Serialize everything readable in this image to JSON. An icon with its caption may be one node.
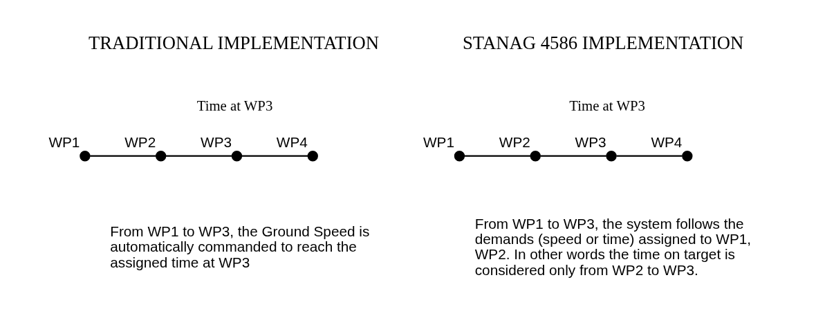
{
  "diagram": {
    "nodes": [
      {
        "text": [],
        "shape": "circle",
        "beside": [
          "WP1"
        ]
      },
      {
        "text": [],
        "shape": "circle",
        "beside": [
          "WP2"
        ]
      },
      {
        "text": [],
        "shape": "circle",
        "beside": [
          "WP3"
        ]
      },
      {
        "text": [],
        "shape": "circle",
        "beside": [
          "WP4"
        ]
      },
      {
        "text": [],
        "shape": "circle",
        "beside": [
          "WP1"
        ]
      },
      {
        "text": [],
        "shape": "circle",
        "beside": [
          "WP2"
        ]
      },
      {
        "text": [],
        "shape": "circle",
        "beside": [
          "WP3"
        ]
      },
      {
        "text": [],
        "shape": "circle",
        "beside": [
          "WP4"
        ]
      }
    ],
    "edges": [
      {
        "from": 0,
        "to": 1,
        "arrow": "none"
      },
      {
        "from": 1,
        "to": 2,
        "arrow": "none"
      },
      {
        "from": 2,
        "to": 3,
        "arrow": "none"
      },
      {
        "from": 4,
        "to": 5,
        "arrow": "none"
      },
      {
        "from": 5,
        "to": 6,
        "arrow": "none"
      },
      {
        "from": 6,
        "to": 7,
        "arrow": "none"
      }
    ],
    "labels": [
      "TRADITIONAL IMPLEMENTATION",
      "STANAG 4586 IMPLEMENTATION",
      "Time at WP3",
      "Time at WP3",
      "From WP1 to WP3, the Ground Speed is automatically commanded to reach the assigned time at WP3",
      "From WP1 to WP3, the system follows the demands (speed or time) assigned to WP1, WP2. In other words the time on target is considered only from WP2 to WP3."
    ]
  }
}
